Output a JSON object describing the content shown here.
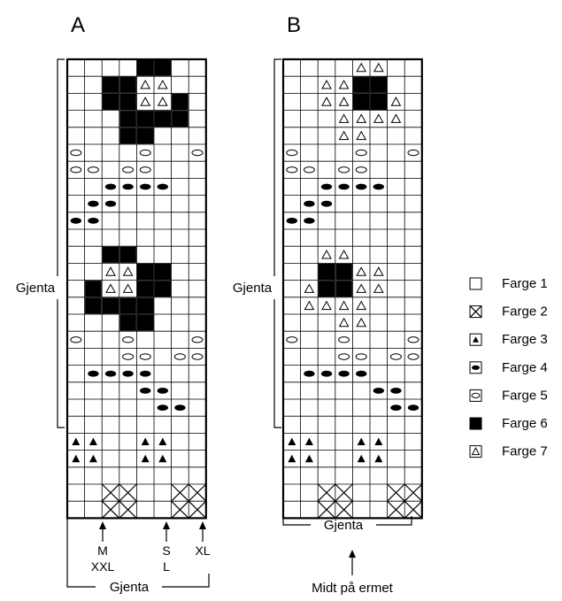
{
  "chart_a": {
    "title": "A",
    "repeat_label": "Gjenta",
    "bottom_repeat_label": "Gjenta",
    "size_markers": [
      {
        "col": 2,
        "lines": [
          "M",
          "XXL"
        ]
      },
      {
        "col": 6,
        "lines": [
          "S",
          "L"
        ]
      },
      {
        "col": 8,
        "lines": [
          "XL"
        ]
      }
    ],
    "cells": [
      {
        "r": 0,
        "c": 4,
        "s": "black"
      },
      {
        "r": 0,
        "c": 5,
        "s": "black"
      },
      {
        "r": 1,
        "c": 2,
        "s": "black"
      },
      {
        "r": 1,
        "c": 3,
        "s": "black"
      },
      {
        "r": 1,
        "c": 4,
        "s": "tri-open"
      },
      {
        "r": 1,
        "c": 5,
        "s": "tri-open"
      },
      {
        "r": 2,
        "c": 2,
        "s": "black"
      },
      {
        "r": 2,
        "c": 3,
        "s": "black"
      },
      {
        "r": 2,
        "c": 4,
        "s": "tri-open"
      },
      {
        "r": 2,
        "c": 5,
        "s": "tri-open"
      },
      {
        "r": 2,
        "c": 6,
        "s": "black"
      },
      {
        "r": 3,
        "c": 3,
        "s": "black"
      },
      {
        "r": 3,
        "c": 4,
        "s": "black"
      },
      {
        "r": 3,
        "c": 5,
        "s": "black"
      },
      {
        "r": 3,
        "c": 6,
        "s": "black"
      },
      {
        "r": 4,
        "c": 3,
        "s": "black"
      },
      {
        "r": 4,
        "c": 4,
        "s": "black"
      },
      {
        "r": 5,
        "c": 0,
        "s": "oval-open"
      },
      {
        "r": 5,
        "c": 4,
        "s": "oval-open"
      },
      {
        "r": 5,
        "c": 7,
        "s": "oval-open"
      },
      {
        "r": 6,
        "c": 0,
        "s": "oval-open"
      },
      {
        "r": 6,
        "c": 1,
        "s": "oval-open"
      },
      {
        "r": 6,
        "c": 3,
        "s": "oval-open"
      },
      {
        "r": 6,
        "c": 4,
        "s": "oval-open"
      },
      {
        "r": 7,
        "c": 2,
        "s": "oval-filled"
      },
      {
        "r": 7,
        "c": 3,
        "s": "oval-filled"
      },
      {
        "r": 7,
        "c": 4,
        "s": "oval-filled"
      },
      {
        "r": 7,
        "c": 5,
        "s": "oval-filled"
      },
      {
        "r": 8,
        "c": 1,
        "s": "oval-filled"
      },
      {
        "r": 8,
        "c": 2,
        "s": "oval-filled"
      },
      {
        "r": 9,
        "c": 0,
        "s": "oval-filled"
      },
      {
        "r": 9,
        "c": 1,
        "s": "oval-filled"
      },
      {
        "r": 11,
        "c": 2,
        "s": "black"
      },
      {
        "r": 11,
        "c": 3,
        "s": "black"
      },
      {
        "r": 12,
        "c": 2,
        "s": "tri-open"
      },
      {
        "r": 12,
        "c": 3,
        "s": "tri-open"
      },
      {
        "r": 12,
        "c": 4,
        "s": "black"
      },
      {
        "r": 12,
        "c": 5,
        "s": "black"
      },
      {
        "r": 13,
        "c": 1,
        "s": "black"
      },
      {
        "r": 13,
        "c": 2,
        "s": "tri-open"
      },
      {
        "r": 13,
        "c": 3,
        "s": "tri-open"
      },
      {
        "r": 13,
        "c": 4,
        "s": "black"
      },
      {
        "r": 13,
        "c": 5,
        "s": "black"
      },
      {
        "r": 14,
        "c": 1,
        "s": "black"
      },
      {
        "r": 14,
        "c": 2,
        "s": "black"
      },
      {
        "r": 14,
        "c": 3,
        "s": "black"
      },
      {
        "r": 14,
        "c": 4,
        "s": "black"
      },
      {
        "r": 15,
        "c": 3,
        "s": "black"
      },
      {
        "r": 15,
        "c": 4,
        "s": "black"
      },
      {
        "r": 16,
        "c": 0,
        "s": "oval-open"
      },
      {
        "r": 16,
        "c": 3,
        "s": "oval-open"
      },
      {
        "r": 16,
        "c": 7,
        "s": "oval-open"
      },
      {
        "r": 17,
        "c": 3,
        "s": "oval-open"
      },
      {
        "r": 17,
        "c": 4,
        "s": "oval-open"
      },
      {
        "r": 17,
        "c": 6,
        "s": "oval-open"
      },
      {
        "r": 17,
        "c": 7,
        "s": "oval-open"
      },
      {
        "r": 18,
        "c": 1,
        "s": "oval-filled"
      },
      {
        "r": 18,
        "c": 2,
        "s": "oval-filled"
      },
      {
        "r": 18,
        "c": 3,
        "s": "oval-filled"
      },
      {
        "r": 18,
        "c": 4,
        "s": "oval-filled"
      },
      {
        "r": 19,
        "c": 4,
        "s": "oval-filled"
      },
      {
        "r": 19,
        "c": 5,
        "s": "oval-filled"
      },
      {
        "r": 20,
        "c": 5,
        "s": "oval-filled"
      },
      {
        "r": 20,
        "c": 6,
        "s": "oval-filled"
      },
      {
        "r": 22,
        "c": 0,
        "s": "tri-filled"
      },
      {
        "r": 22,
        "c": 1,
        "s": "tri-filled"
      },
      {
        "r": 22,
        "c": 4,
        "s": "tri-filled"
      },
      {
        "r": 22,
        "c": 5,
        "s": "tri-filled"
      },
      {
        "r": 23,
        "c": 0,
        "s": "tri-filled"
      },
      {
        "r": 23,
        "c": 1,
        "s": "tri-filled"
      },
      {
        "r": 23,
        "c": 4,
        "s": "tri-filled"
      },
      {
        "r": 23,
        "c": 5,
        "s": "tri-filled"
      },
      {
        "r": 25,
        "c": 2,
        "s": "cross"
      },
      {
        "r": 25,
        "c": 3,
        "s": "cross"
      },
      {
        "r": 25,
        "c": 6,
        "s": "cross"
      },
      {
        "r": 25,
        "c": 7,
        "s": "cross"
      },
      {
        "r": 26,
        "c": 2,
        "s": "cross"
      },
      {
        "r": 26,
        "c": 3,
        "s": "cross"
      },
      {
        "r": 26,
        "c": 6,
        "s": "cross"
      },
      {
        "r": 26,
        "c": 7,
        "s": "cross"
      }
    ]
  },
  "chart_b": {
    "title": "B",
    "repeat_label": "Gjenta",
    "bottom_repeat_label": "Gjenta",
    "center_label": "Midt på ermet",
    "cells": [
      {
        "r": 0,
        "c": 4,
        "s": "tri-open"
      },
      {
        "r": 0,
        "c": 5,
        "s": "tri-open"
      },
      {
        "r": 1,
        "c": 2,
        "s": "tri-open"
      },
      {
        "r": 1,
        "c": 3,
        "s": "tri-open"
      },
      {
        "r": 1,
        "c": 4,
        "s": "black"
      },
      {
        "r": 1,
        "c": 5,
        "s": "black"
      },
      {
        "r": 2,
        "c": 2,
        "s": "tri-open"
      },
      {
        "r": 2,
        "c": 3,
        "s": "tri-open"
      },
      {
        "r": 2,
        "c": 4,
        "s": "black"
      },
      {
        "r": 2,
        "c": 5,
        "s": "black"
      },
      {
        "r": 2,
        "c": 6,
        "s": "tri-open"
      },
      {
        "r": 3,
        "c": 3,
        "s": "tri-open"
      },
      {
        "r": 3,
        "c": 4,
        "s": "tri-open"
      },
      {
        "r": 3,
        "c": 5,
        "s": "tri-open"
      },
      {
        "r": 3,
        "c": 6,
        "s": "tri-open"
      },
      {
        "r": 4,
        "c": 3,
        "s": "tri-open"
      },
      {
        "r": 4,
        "c": 4,
        "s": "tri-open"
      },
      {
        "r": 5,
        "c": 0,
        "s": "oval-open"
      },
      {
        "r": 5,
        "c": 4,
        "s": "oval-open"
      },
      {
        "r": 5,
        "c": 7,
        "s": "oval-open"
      },
      {
        "r": 6,
        "c": 0,
        "s": "oval-open"
      },
      {
        "r": 6,
        "c": 1,
        "s": "oval-open"
      },
      {
        "r": 6,
        "c": 3,
        "s": "oval-open"
      },
      {
        "r": 6,
        "c": 4,
        "s": "oval-open"
      },
      {
        "r": 7,
        "c": 2,
        "s": "oval-filled"
      },
      {
        "r": 7,
        "c": 3,
        "s": "oval-filled"
      },
      {
        "r": 7,
        "c": 4,
        "s": "oval-filled"
      },
      {
        "r": 7,
        "c": 5,
        "s": "oval-filled"
      },
      {
        "r": 8,
        "c": 1,
        "s": "oval-filled"
      },
      {
        "r": 8,
        "c": 2,
        "s": "oval-filled"
      },
      {
        "r": 9,
        "c": 0,
        "s": "oval-filled"
      },
      {
        "r": 9,
        "c": 1,
        "s": "oval-filled"
      },
      {
        "r": 11,
        "c": 2,
        "s": "tri-open"
      },
      {
        "r": 11,
        "c": 3,
        "s": "tri-open"
      },
      {
        "r": 12,
        "c": 2,
        "s": "black"
      },
      {
        "r": 12,
        "c": 3,
        "s": "black"
      },
      {
        "r": 12,
        "c": 4,
        "s": "tri-open"
      },
      {
        "r": 12,
        "c": 5,
        "s": "tri-open"
      },
      {
        "r": 13,
        "c": 1,
        "s": "tri-open"
      },
      {
        "r": 13,
        "c": 2,
        "s": "black"
      },
      {
        "r": 13,
        "c": 3,
        "s": "black"
      },
      {
        "r": 13,
        "c": 4,
        "s": "tri-open"
      },
      {
        "r": 13,
        "c": 5,
        "s": "tri-open"
      },
      {
        "r": 14,
        "c": 1,
        "s": "tri-open"
      },
      {
        "r": 14,
        "c": 2,
        "s": "tri-open"
      },
      {
        "r": 14,
        "c": 3,
        "s": "tri-open"
      },
      {
        "r": 14,
        "c": 4,
        "s": "tri-open"
      },
      {
        "r": 15,
        "c": 3,
        "s": "tri-open"
      },
      {
        "r": 15,
        "c": 4,
        "s": "tri-open"
      },
      {
        "r": 16,
        "c": 0,
        "s": "oval-open"
      },
      {
        "r": 16,
        "c": 3,
        "s": "oval-open"
      },
      {
        "r": 16,
        "c": 7,
        "s": "oval-open"
      },
      {
        "r": 17,
        "c": 3,
        "s": "oval-open"
      },
      {
        "r": 17,
        "c": 4,
        "s": "oval-open"
      },
      {
        "r": 17,
        "c": 6,
        "s": "oval-open"
      },
      {
        "r": 17,
        "c": 7,
        "s": "oval-open"
      },
      {
        "r": 18,
        "c": 1,
        "s": "oval-filled"
      },
      {
        "r": 18,
        "c": 2,
        "s": "oval-filled"
      },
      {
        "r": 18,
        "c": 3,
        "s": "oval-filled"
      },
      {
        "r": 18,
        "c": 4,
        "s": "oval-filled"
      },
      {
        "r": 19,
        "c": 5,
        "s": "oval-filled"
      },
      {
        "r": 19,
        "c": 6,
        "s": "oval-filled"
      },
      {
        "r": 20,
        "c": 6,
        "s": "oval-filled"
      },
      {
        "r": 20,
        "c": 7,
        "s": "oval-filled"
      },
      {
        "r": 22,
        "c": 0,
        "s": "tri-filled"
      },
      {
        "r": 22,
        "c": 1,
        "s": "tri-filled"
      },
      {
        "r": 22,
        "c": 4,
        "s": "tri-filled"
      },
      {
        "r": 22,
        "c": 5,
        "s": "tri-filled"
      },
      {
        "r": 23,
        "c": 0,
        "s": "tri-filled"
      },
      {
        "r": 23,
        "c": 1,
        "s": "tri-filled"
      },
      {
        "r": 23,
        "c": 4,
        "s": "tri-filled"
      },
      {
        "r": 23,
        "c": 5,
        "s": "tri-filled"
      },
      {
        "r": 25,
        "c": 2,
        "s": "cross"
      },
      {
        "r": 25,
        "c": 3,
        "s": "cross"
      },
      {
        "r": 25,
        "c": 6,
        "s": "cross"
      },
      {
        "r": 25,
        "c": 7,
        "s": "cross"
      },
      {
        "r": 26,
        "c": 2,
        "s": "cross"
      },
      {
        "r": 26,
        "c": 3,
        "s": "cross"
      },
      {
        "r": 26,
        "c": 6,
        "s": "cross"
      },
      {
        "r": 26,
        "c": 7,
        "s": "cross"
      }
    ]
  },
  "legend": [
    {
      "symbol": "empty",
      "label": "Farge 1"
    },
    {
      "symbol": "cross",
      "label": "Farge 2"
    },
    {
      "symbol": "tri-filled",
      "label": "Farge 3"
    },
    {
      "symbol": "oval-filled",
      "label": "Farge 4"
    },
    {
      "symbol": "oval-open",
      "label": "Farge 5"
    },
    {
      "symbol": "black",
      "label": "Farge 6"
    },
    {
      "symbol": "tri-open",
      "label": "Farge 7"
    }
  ]
}
